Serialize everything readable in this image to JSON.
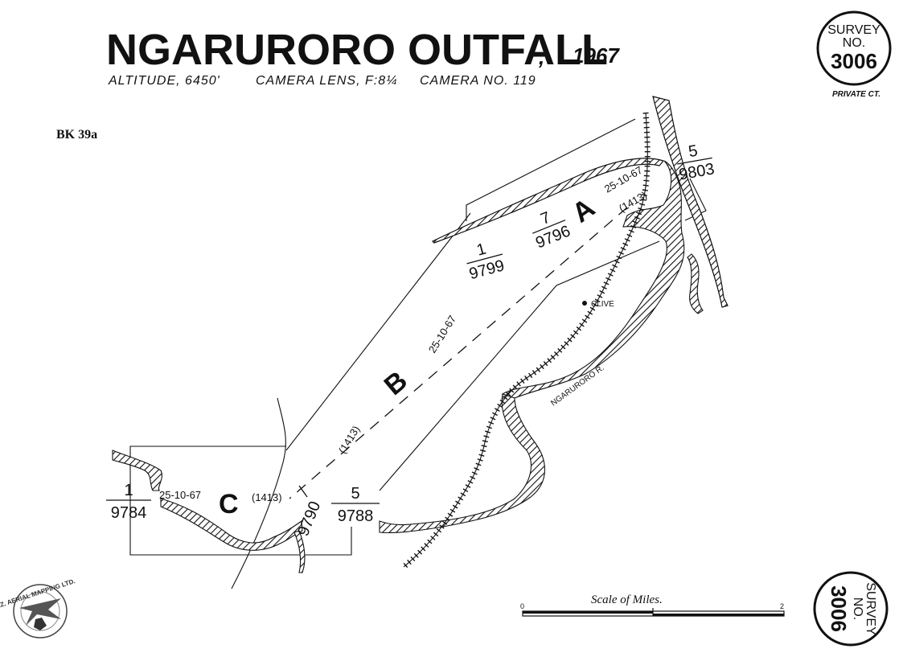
{
  "header": {
    "title": "NGARURORO OUTFALL",
    "comma": ",",
    "year": "1967",
    "altitude": "ALTITUDE, 6450'",
    "lens": "CAMERA LENS, F:8¼",
    "camera": "CAMERA NO. 119",
    "book_ref": "BK 39a"
  },
  "stamp_top": {
    "line1": "SURVEY",
    "line2": "NO.",
    "number": "3006",
    "note": "PRIVATE CT."
  },
  "stamp_bottom": {
    "line1": "SURVEY",
    "line2": "NO.",
    "number": "3006"
  },
  "runs": [
    {
      "letter": "A",
      "date": "25-10-67",
      "code": "(1413)"
    },
    {
      "letter": "B",
      "date": "25-10-67",
      "code": "(1413)"
    },
    {
      "letter": "C",
      "date": "25-10-67",
      "code": "(1413)"
    }
  ],
  "frames": [
    {
      "top": "5",
      "bottom": "9803"
    },
    {
      "top": "7",
      "bottom": "9796"
    },
    {
      "top": "1",
      "bottom": "9799"
    },
    {
      "top": "1",
      "bottom": "9784"
    },
    {
      "top": "",
      "bottom": "9790"
    },
    {
      "top": "5",
      "bottom": "9788"
    }
  ],
  "places": {
    "town": "CLIVE",
    "river": "NGARURORO R."
  },
  "scale": {
    "caption": "Scale of Miles.",
    "min_label": "0",
    "max_label": "2"
  },
  "logo": {
    "text": "N.Z. AERIAL MAPPING LTD."
  },
  "colors": {
    "ink": "#111111",
    "paper": "#ffffff"
  }
}
